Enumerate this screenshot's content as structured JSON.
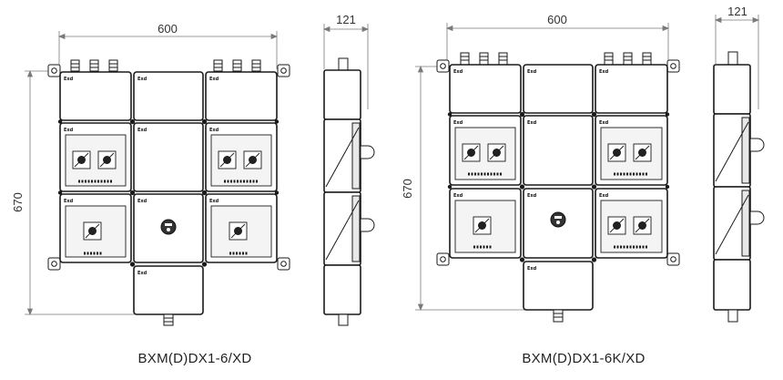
{
  "drawings": [
    {
      "caption": "BXM(D)DX1-6/XD",
      "width_label": "600",
      "height_label": "670",
      "depth_label": "121",
      "module_label": "Exd"
    },
    {
      "caption": "BXM(D)DX1-6K/XD",
      "width_label": "600",
      "height_label": "670",
      "depth_label": "121",
      "module_label": "Exd"
    }
  ],
  "colors": {
    "line": "#1a1a1a",
    "dimension": "#7a7a7a",
    "fill": "#ffffff",
    "inner_panel": "#f4f4f4"
  }
}
